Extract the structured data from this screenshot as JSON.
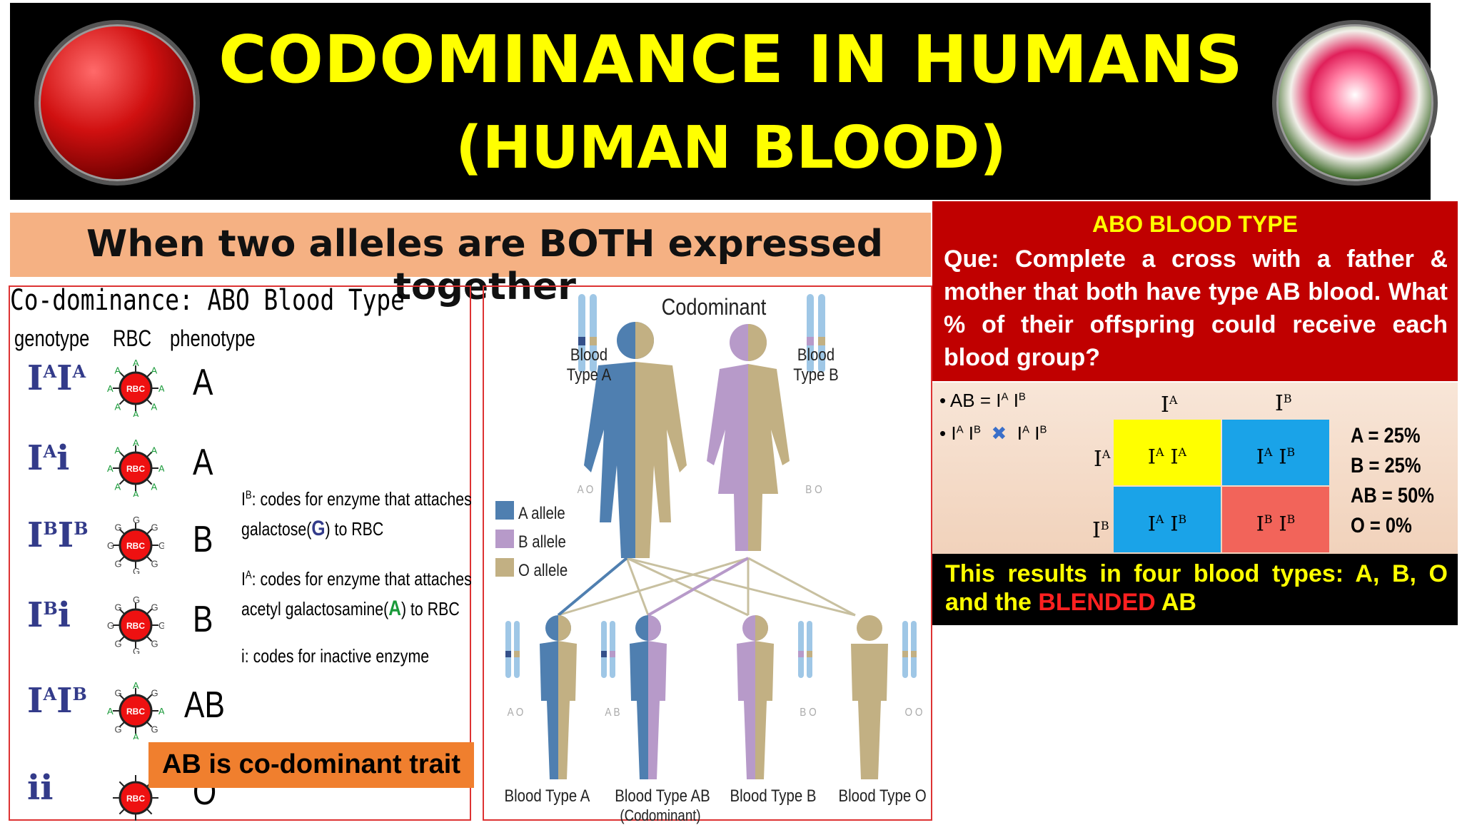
{
  "header": {
    "title_line1": "CODOMINANCE IN HUMANS",
    "title_line2": "(HUMAN BLOOD)"
  },
  "banner": {
    "text": "When two alleles are BOTH expressed together"
  },
  "left_panel": {
    "title": "Co-dominance: ABO Blood Type",
    "col_genotype": "genotype",
    "col_rbc": "RBC",
    "col_phenotype": "phenotype",
    "rows": [
      {
        "g1": "I",
        "s1": "A",
        "g2": "I",
        "s2": "A",
        "antigen": "A",
        "phenotype": "A"
      },
      {
        "g1": "I",
        "s1": "A",
        "g2": "i",
        "s2": "",
        "antigen": "A",
        "phenotype": "A"
      },
      {
        "g1": "I",
        "s1": "B",
        "g2": "I",
        "s2": "B",
        "antigen": "G",
        "phenotype": "B"
      },
      {
        "g1": "I",
        "s1": "B",
        "g2": "i",
        "s2": "",
        "antigen": "G",
        "phenotype": "B"
      },
      {
        "g1": "I",
        "s1": "A",
        "g2": "I",
        "s2": "B",
        "antigen": "AG",
        "phenotype": "AB"
      },
      {
        "g1": "i",
        "s1": "",
        "g2": "i",
        "s2": "",
        "antigen": "",
        "phenotype": "O"
      }
    ],
    "rbc_label": "RBC",
    "desc": {
      "ib_sym": "I",
      "ib_sup": "B",
      "ib_text1": ": codes for enzyme that attaches",
      "ib_text2a": "galactose(",
      "ib_G": "G",
      "ib_text2b": ") to RBC",
      "ia_sym": "I",
      "ia_sup": "A",
      "ia_text1": ": codes for enzyme that attaches",
      "ia_text2a": "acetyl galactosamine(",
      "ia_A": "A",
      "ia_text2b": ") to RBC",
      "i_text": "i: codes for inactive enzyme"
    },
    "callout": "AB is co-dominant trait"
  },
  "middle_panel": {
    "title": "Codominant",
    "blood_type_a": [
      "Blood",
      "Type A"
    ],
    "blood_type_b": [
      "Blood",
      "Type B"
    ],
    "legend": [
      {
        "label": "A allele",
        "color": "#4f7fb0"
      },
      {
        "label": "B allele",
        "color": "#b79ac9"
      },
      {
        "label": "O allele",
        "color": "#c2b083"
      }
    ],
    "chrom_labels": [
      "A O",
      "B O",
      "A O",
      "A B",
      "B O",
      "O O"
    ],
    "children": [
      "Blood Type A",
      "Blood Type AB",
      "Blood Type B",
      "Blood Type O"
    ],
    "codominant_note": "(Codominant)"
  },
  "right_panel": {
    "abo_title": "ABO BLOOD TYPE",
    "question": "Que: Complete a cross with a father & mother that both have type AB blood. What % of their offspring could receive each blood group?",
    "bullet1": "AB = I",
    "bullet1_sup1": "A",
    "bullet1_mid": " I",
    "bullet1_sup2": "B",
    "bullet2_left": "I",
    "bullet2_sup1": "A",
    "bullet2_mid": " I",
    "bullet2_sup2": "B",
    "bullet2_right": "I",
    "bullet2_sup3": "A",
    "bullet2_mid2": " I",
    "bullet2_sup4": "B",
    "cross_symbol": "✖",
    "punnett": {
      "top": [
        {
          "b": "I",
          "s": "A"
        },
        {
          "b": "I",
          "s": "B"
        }
      ],
      "side": [
        {
          "b": "I",
          "s": "A"
        },
        {
          "b": "I",
          "s": "B"
        }
      ],
      "cells": [
        {
          "t": "A",
          "u": "A",
          "color": "#ffff00"
        },
        {
          "t": "A",
          "u": "B",
          "color": "#1aa3e8"
        },
        {
          "t": "A",
          "u": "B",
          "color": "#1aa3e8"
        },
        {
          "t": "B",
          "u": "B",
          "color": "#f2645a"
        }
      ]
    },
    "results": [
      "A = 25%",
      "B = 25%",
      "AB = 50%",
      "O = 0%"
    ],
    "bottom_text_pre": "This results in four blood types: A, B, O and the ",
    "bottom_blended": "BLENDED",
    "bottom_post": " AB"
  },
  "colors": {
    "title_yellow": "#ffff00",
    "banner": "#f5b183",
    "red_box": "#c00000",
    "callout": "#f07f2e"
  }
}
